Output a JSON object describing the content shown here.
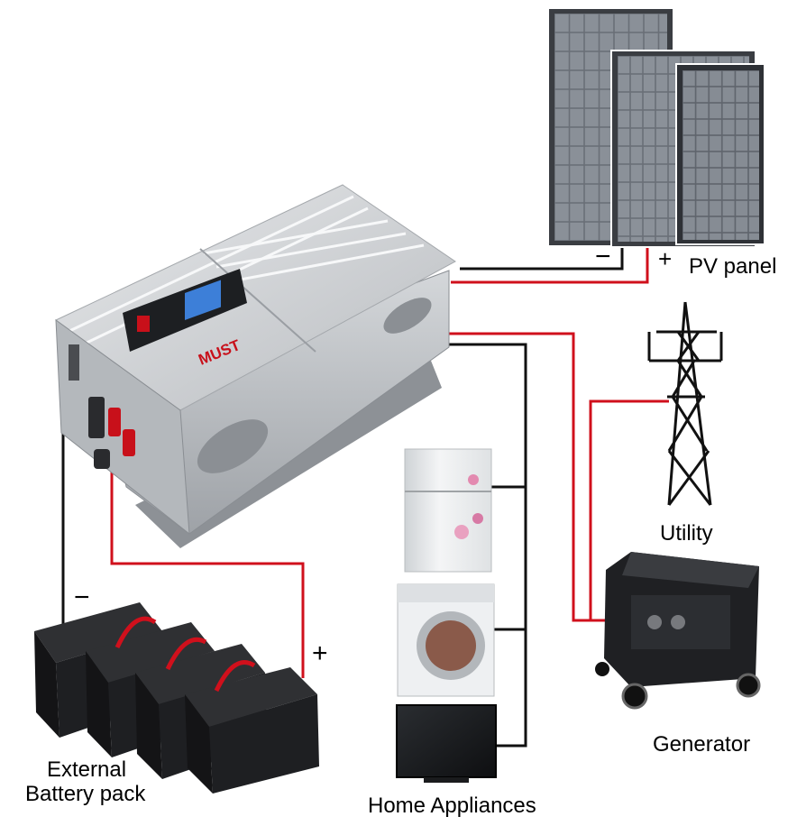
{
  "labels": {
    "pv_panel": "PV panel",
    "utility": "Utility",
    "generator": "Generator",
    "home_appliances": "Home Appliances",
    "battery_line1": "External",
    "battery_line2": "Battery pack"
  },
  "polarity": {
    "pv_minus": "−",
    "pv_plus": "+",
    "battery_minus": "−",
    "battery_plus": "+"
  },
  "inverter": {
    "brand": "MUST"
  },
  "colors": {
    "positive_wire": "#d0101c",
    "negative_wire": "#111111",
    "inverter_body": "#c9ccd0",
    "battery_body": "#1c1c1c",
    "panel_cell": "#6e737a"
  }
}
